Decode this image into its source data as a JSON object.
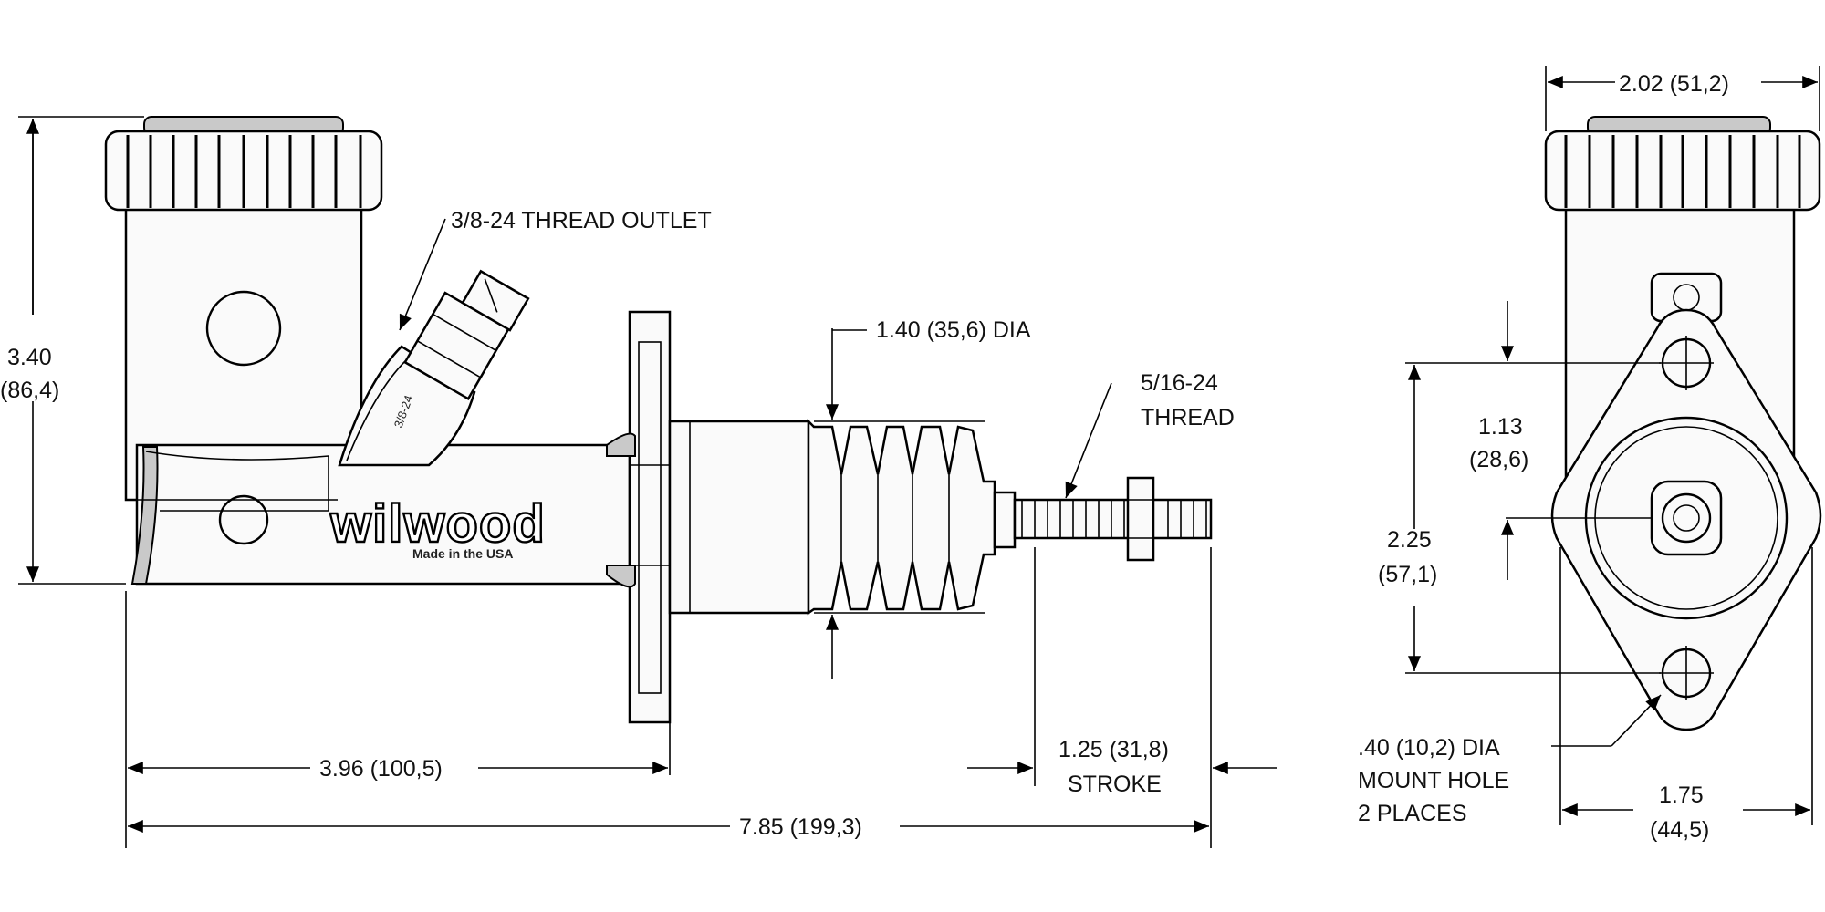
{
  "dimensions": {
    "height_in": "3.40",
    "height_mm": "(86,4)",
    "outlet_thread": "3/8-24 THREAD OUTLET",
    "boot_dia": "1.40 (35,6) DIA",
    "rod_thread_line1": "5/16-24",
    "rod_thread_line2": "THREAD",
    "flange_length": "3.96 (100,5)",
    "overall_length": "7.85 (199,3)",
    "stroke_value": "1.25 (31,8)",
    "stroke_label": "STROKE",
    "cap_width": "2.02 (51,2)",
    "offset_in": "1.13",
    "offset_mm": "(28,6)",
    "hole_spacing_in": "2.25",
    "hole_spacing_mm": "(57,1)",
    "mount_hole_line1": ".40 (10,2) DIA",
    "mount_hole_line2": "MOUNT HOLE",
    "mount_hole_line3": "2 PLACES",
    "flange_width_in": "1.75",
    "flange_width_mm": "(44,5)"
  },
  "branding": {
    "logo": "wilwood",
    "made_in": "Made in the USA",
    "fitting_stamp": "3/8-24"
  }
}
